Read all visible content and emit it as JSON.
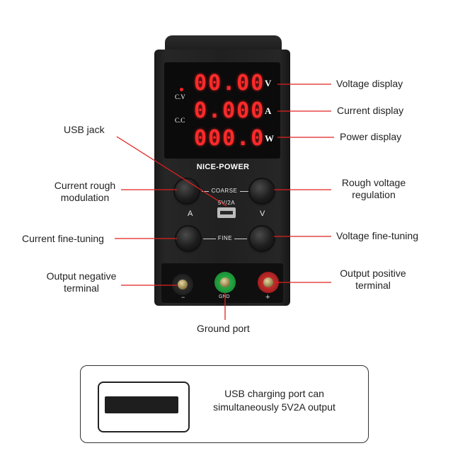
{
  "device": {
    "brand": "NICE-POWER",
    "voltage_reading": "00.00",
    "current_reading": "0.000",
    "power_reading": "000.0",
    "voltage_unit": "V",
    "current_unit": "A",
    "power_unit": "W",
    "cv_label": "C.V",
    "cc_label": "C.C",
    "coarse_label": "COARSE",
    "fine_label": "FINE",
    "usb_rating": "5V/2A",
    "knob_left_letter": "A",
    "knob_right_letter": "V",
    "gnd_label": "GND",
    "neg_symbol": "−",
    "pos_symbol": "+",
    "display_color": "#ff2a2a"
  },
  "callouts": {
    "voltage_display": "Voltage display",
    "current_display": "Current display",
    "power_display": "Power display",
    "usb_jack": "USB jack",
    "current_rough_1": "Current rough",
    "current_rough_2": "modulation",
    "rough_voltage_1": "Rough voltage",
    "rough_voltage_2": "regulation",
    "current_fine": "Current fine-tuning",
    "voltage_fine": "Voltage fine-tuning",
    "output_negative_1": "Output negative",
    "output_negative_2": "terminal",
    "output_positive_1": "Output positive",
    "output_positive_2": "terminal",
    "ground_port": "Ground port"
  },
  "info_box": {
    "line1": "USB charging port can",
    "line2": "simultaneously 5V2A output"
  },
  "colors": {
    "leader_line": "#e02020",
    "negative_terminal": "#1a1a1a",
    "ground_terminal": "#1f9a3a",
    "positive_terminal": "#c41e1e"
  }
}
